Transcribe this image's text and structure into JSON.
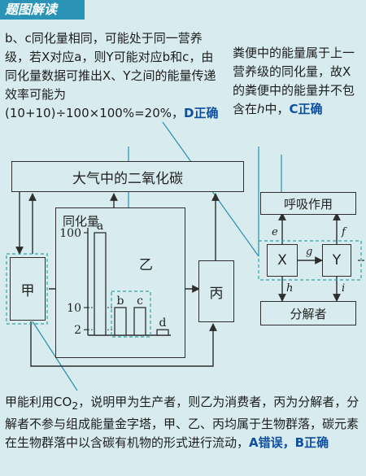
{
  "header": {
    "title": "题图解读"
  },
  "annotations": {
    "left_text": "b、c同化量相同，可能处于同一营养级，若X对应a，则Y可能对应b和c，由同化量数据可推出X、Y之间的能量传递效率可能为(10+10)÷100×100%=20%，",
    "left_conclusion": "D正确",
    "right_text_1": "粪便中的能量属于上一营养级的同化量，故X的粪便中的能量并不包含在",
    "right_italic": "h",
    "right_text_2": "中，",
    "right_conclusion": "C正确",
    "bottom_text_1": "甲能利用CO",
    "bottom_sub": "2",
    "bottom_text_2": "，说明甲为生产者，则乙为消费者，丙为分解者，分解者不参与组成能量金字塔，甲、乙、丙均属于生物群落，碳元素在生物群落中以含碳有机物的形式进行流动，",
    "bottom_conclusion_a": "A错误",
    "bottom_sep": "，",
    "bottom_conclusion_b": "B正确"
  },
  "diagram": {
    "atmosphere": "大气中的二氧化碳",
    "jia": "甲",
    "yi": "乙",
    "bing": "丙",
    "respiration": "呼吸作用",
    "decomposer": "分解者",
    "x": "X",
    "y": "Y",
    "edges": {
      "e": "e",
      "f": "f",
      "g": "g",
      "h": "h",
      "i": "i"
    }
  },
  "chart_data": {
    "type": "bar",
    "ylabel": "同化量",
    "categories": [
      "a",
      "b",
      "c",
      "d"
    ],
    "values": [
      100,
      10,
      10,
      2
    ],
    "ticks": [
      "100",
      "10",
      "2"
    ]
  },
  "colors": {
    "highlight": "#0f4fa0",
    "header": "#2a93b6",
    "dashed": "#2fa3a8"
  }
}
